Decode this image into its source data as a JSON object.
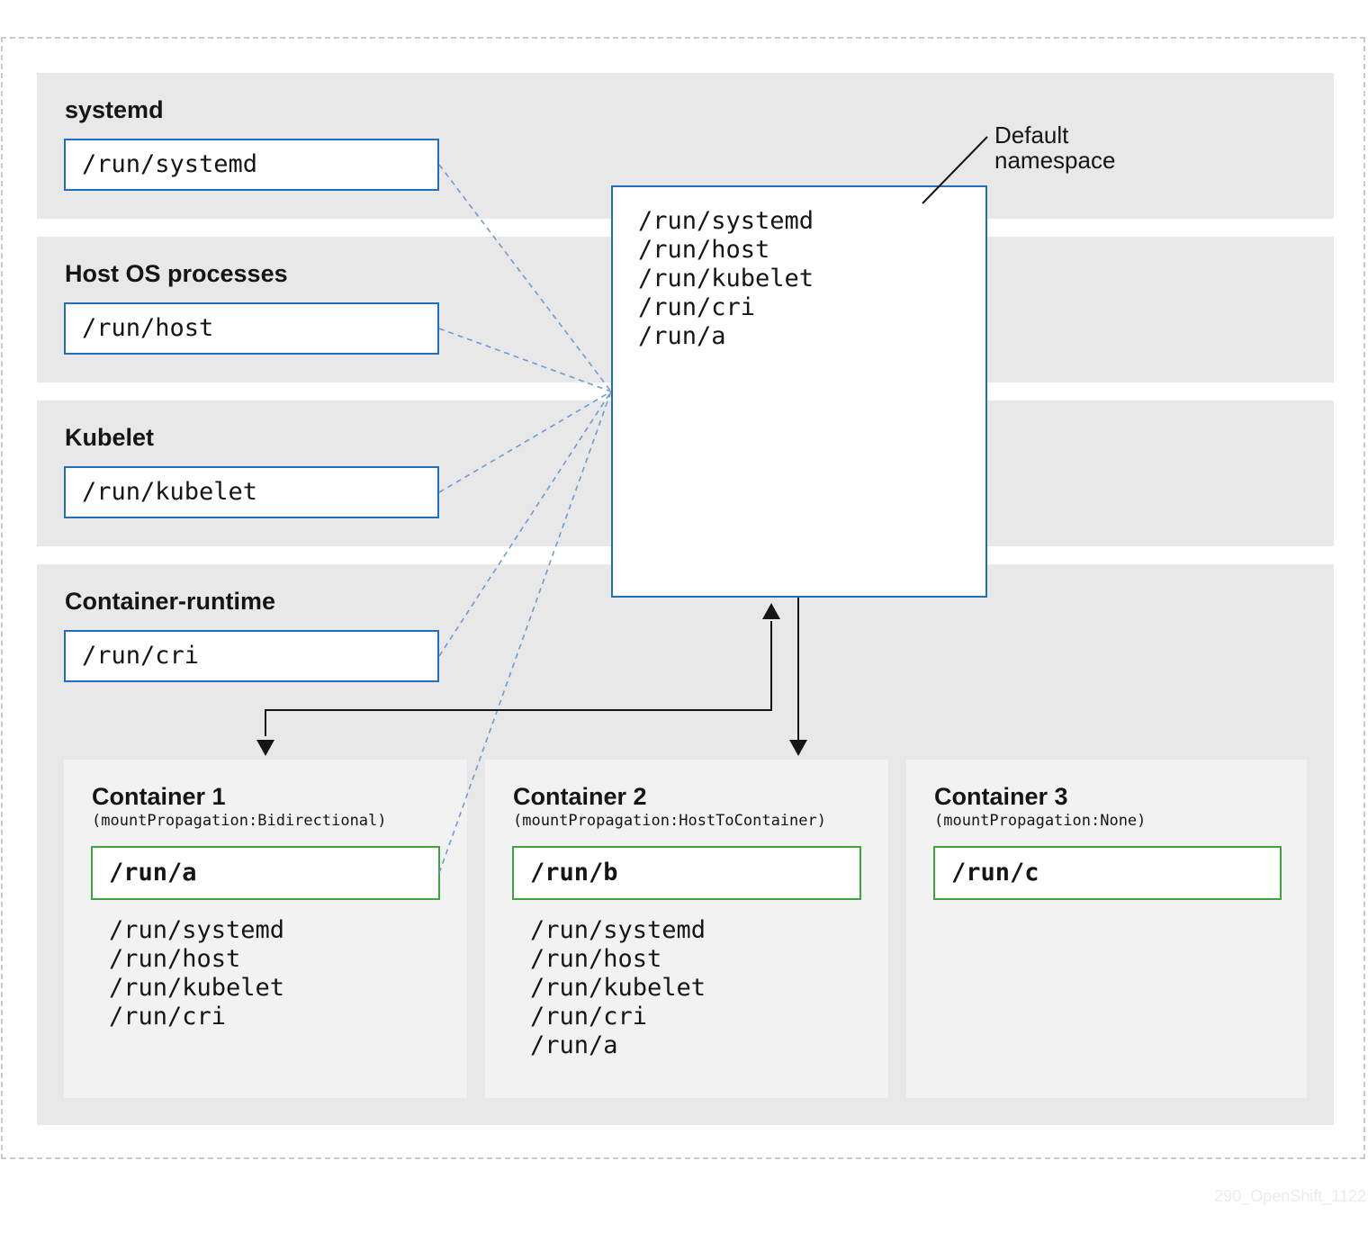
{
  "bands": {
    "systemd": {
      "title": "systemd",
      "path": "/run/systemd"
    },
    "host": {
      "title": "Host OS processes",
      "path": "/run/host"
    },
    "kubelet": {
      "title": "Kubelet",
      "path": "/run/kubelet"
    },
    "runtime": {
      "title": "Container-runtime",
      "path": "/run/cri"
    }
  },
  "namespace": {
    "label_line1": "Default",
    "label_line2": "namespace",
    "mounts": [
      "/run/systemd",
      "/run/host",
      "/run/kubelet",
      "/run/cri",
      "/run/a"
    ]
  },
  "containers": [
    {
      "title": "Container 1",
      "subtitle": "(mountPropagation:Bidirectional)",
      "own_mount": "/run/a",
      "visible_mounts": [
        "/run/systemd",
        "/run/host",
        "/run/kubelet",
        "/run/cri"
      ]
    },
    {
      "title": "Container 2",
      "subtitle": "(mountPropagation:HostToContainer)",
      "own_mount": "/run/b",
      "visible_mounts": [
        "/run/systemd",
        "/run/host",
        "/run/kubelet",
        "/run/cri",
        "/run/a"
      ]
    },
    {
      "title": "Container 3",
      "subtitle": "(mountPropagation:None)",
      "own_mount": "/run/c",
      "visible_mounts": []
    }
  ],
  "colors": {
    "band": "#e8e8e8",
    "panel": "#f2f2f2",
    "blue_border": "#1f6fbf",
    "green_border": "#3ea53a",
    "connector": "#6b9bd8",
    "arrow": "#151515"
  },
  "watermark": "290_OpenShift_1122"
}
